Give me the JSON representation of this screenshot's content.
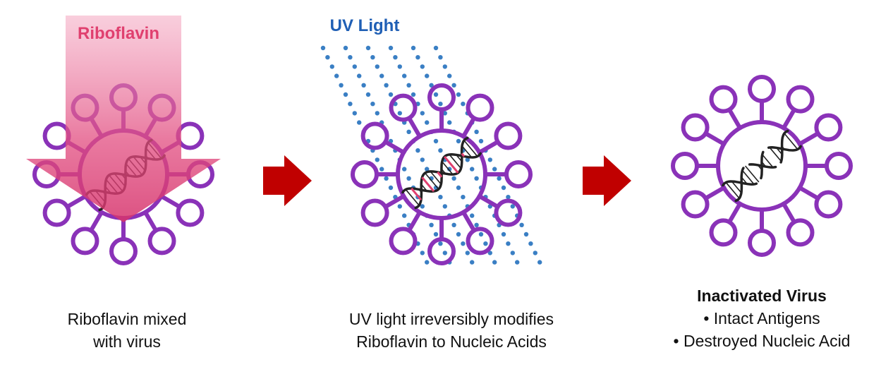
{
  "labels": {
    "riboflavin": "Riboflavin",
    "uv_light": "UV Light"
  },
  "colors": {
    "virus": "#8a32b8",
    "riboflavin": "#e0406f",
    "uv_dots": "#3a7fc4",
    "arrow": "#c00000",
    "dna": "#222222"
  },
  "steps": [
    {
      "caption_lines": [
        "Riboflavin mixed",
        "with virus"
      ]
    },
    {
      "caption_lines": [
        "UV light irreversibly modifies",
        "Riboflavin to Nucleic Acids"
      ]
    },
    {
      "title": "Inactivated Virus",
      "caption_lines": [
        "• Intact Antigens",
        "• Destroyed Nucleic Acid"
      ]
    }
  ]
}
